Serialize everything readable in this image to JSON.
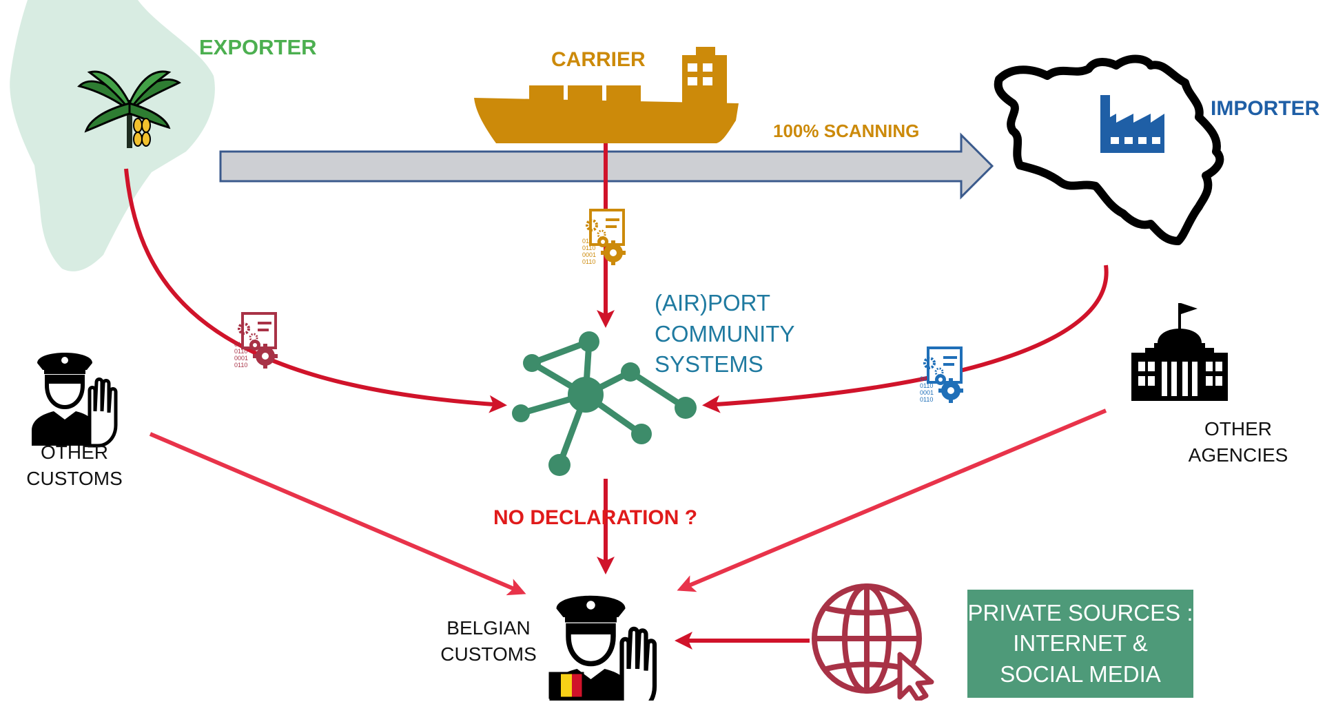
{
  "colors": {
    "exporter": "#4caf50",
    "carrier": "#cc8a0a",
    "importer": "#1f5fa6",
    "network": "#3d8c6a",
    "flow_red": "#d0132a",
    "flow_pink": "#e8334a",
    "question_red": "#e01b1b",
    "scan_arrow_fill": "#cdcfd3",
    "scan_arrow_stroke": "#3a5a8c",
    "map_fill": "#d8ece2",
    "data_icon_exporter": "#a83246",
    "data_icon_carrier": "#cc8a0a",
    "data_icon_importer": "#1f6fb8",
    "private_box": "#4e9a79"
  },
  "labels": {
    "exporter": "EXPORTER",
    "carrier": "CARRIER",
    "importer": "IMPORTER",
    "scanning": "100% SCANNING",
    "pcs_line1": "(AIR)PORT",
    "pcs_line2": "COMMUNITY",
    "pcs_line3": "SYSTEMS",
    "other_customs_line1": "OTHER",
    "other_customs_line2": "CUSTOMS",
    "other_agencies_line1": "OTHER",
    "other_agencies_line2": "AGENCIES",
    "no_declaration": "NO DECLARATION ?",
    "belgian_customs_line1": "BELGIAN",
    "belgian_customs_line2": "CUSTOMS",
    "private_line1": "PRIVATE SOURCES :",
    "private_line2": "INTERNET &",
    "private_line3": "SOCIAL MEDIA"
  },
  "data_icon_text": [
    "01",
    "0110",
    "0001",
    "0110"
  ],
  "icons": {
    "exporter_map": "south-america-map",
    "exporter_plant": "banana-tree-icon",
    "carrier": "container-ship-icon",
    "importer_map": "belgium-outline-map",
    "importer_factory": "factory-icon",
    "pcs": "network-hub-icon",
    "other_customs": "customs-officer-icon",
    "other_agencies": "government-building-icon",
    "belgian_customs": "customs-officer-icon",
    "belgian_flag": "belgian-flag-icon",
    "globe": "globe-cursor-icon",
    "data_file": "data-file-gears-icon"
  }
}
